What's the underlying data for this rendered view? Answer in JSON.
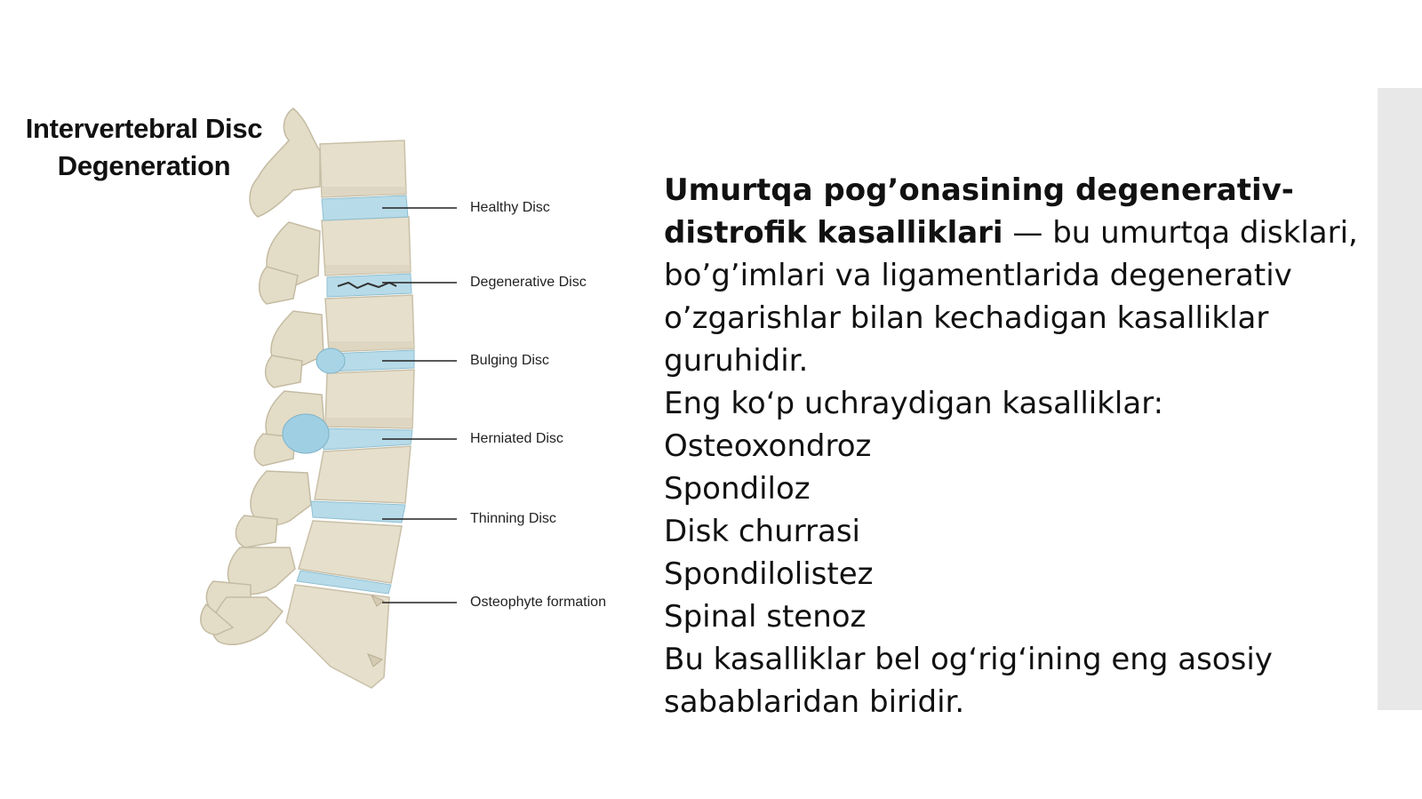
{
  "figure": {
    "title_line1": "Intervertebral Disc",
    "title_line2": "Degeneration",
    "labels": [
      {
        "key": "healthy",
        "text": "Healthy Disc"
      },
      {
        "key": "degenerative",
        "text": "Degenerative Disc"
      },
      {
        "key": "bulging",
        "text": "Bulging Disc"
      },
      {
        "key": "herniated",
        "text": "Herniated Disc"
      },
      {
        "key": "thinning",
        "text": "Thinning Disc"
      },
      {
        "key": "osteophyte",
        "text": "Osteophyte formation"
      }
    ]
  },
  "content": {
    "heading_bold": "Umurtqa pog’onasining degenerativ-distrofik kasalliklari",
    "heading_rest": " — bu umurtqa disklari, bo’g’imlari va ligamentlarida degenerativ o’zgarishlar bilan kechadigan kasalliklar guruhidir.",
    "list_intro": "Eng ko‘p uchraydigan kasalliklar:",
    "items": [
      "Osteoxondroz",
      "Spondiloz",
      "Disk churrasi",
      "Spondilolistez",
      "Spinal stenoz"
    ],
    "conclusion": "Bu kasalliklar bel og‘rig‘ining eng asosiy sabablaridan biridir."
  },
  "colors": {
    "bone": "#e6dfcc",
    "bone_shadow": "#c9c0a8",
    "disc": "#b7dbe8",
    "disc_bulge": "#9fcfe3",
    "leader_line": "#222222",
    "scroll_bar": "#e8e8e8"
  }
}
